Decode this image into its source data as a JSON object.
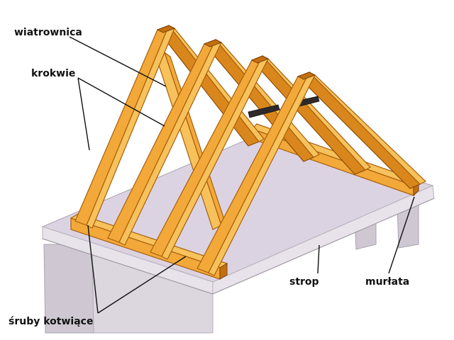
{
  "labels": {
    "wiatrownica": "wiatrownica",
    "krokwie": "krokwie",
    "sruby_kotwiace": "śruby kotwiące",
    "strop": "strop",
    "murlata": "murłata"
  },
  "colors": {
    "timber": "#f2a93a",
    "timber_shadow": "#d9871d",
    "slab": "#dcd3e2",
    "label_text": "#111111"
  }
}
